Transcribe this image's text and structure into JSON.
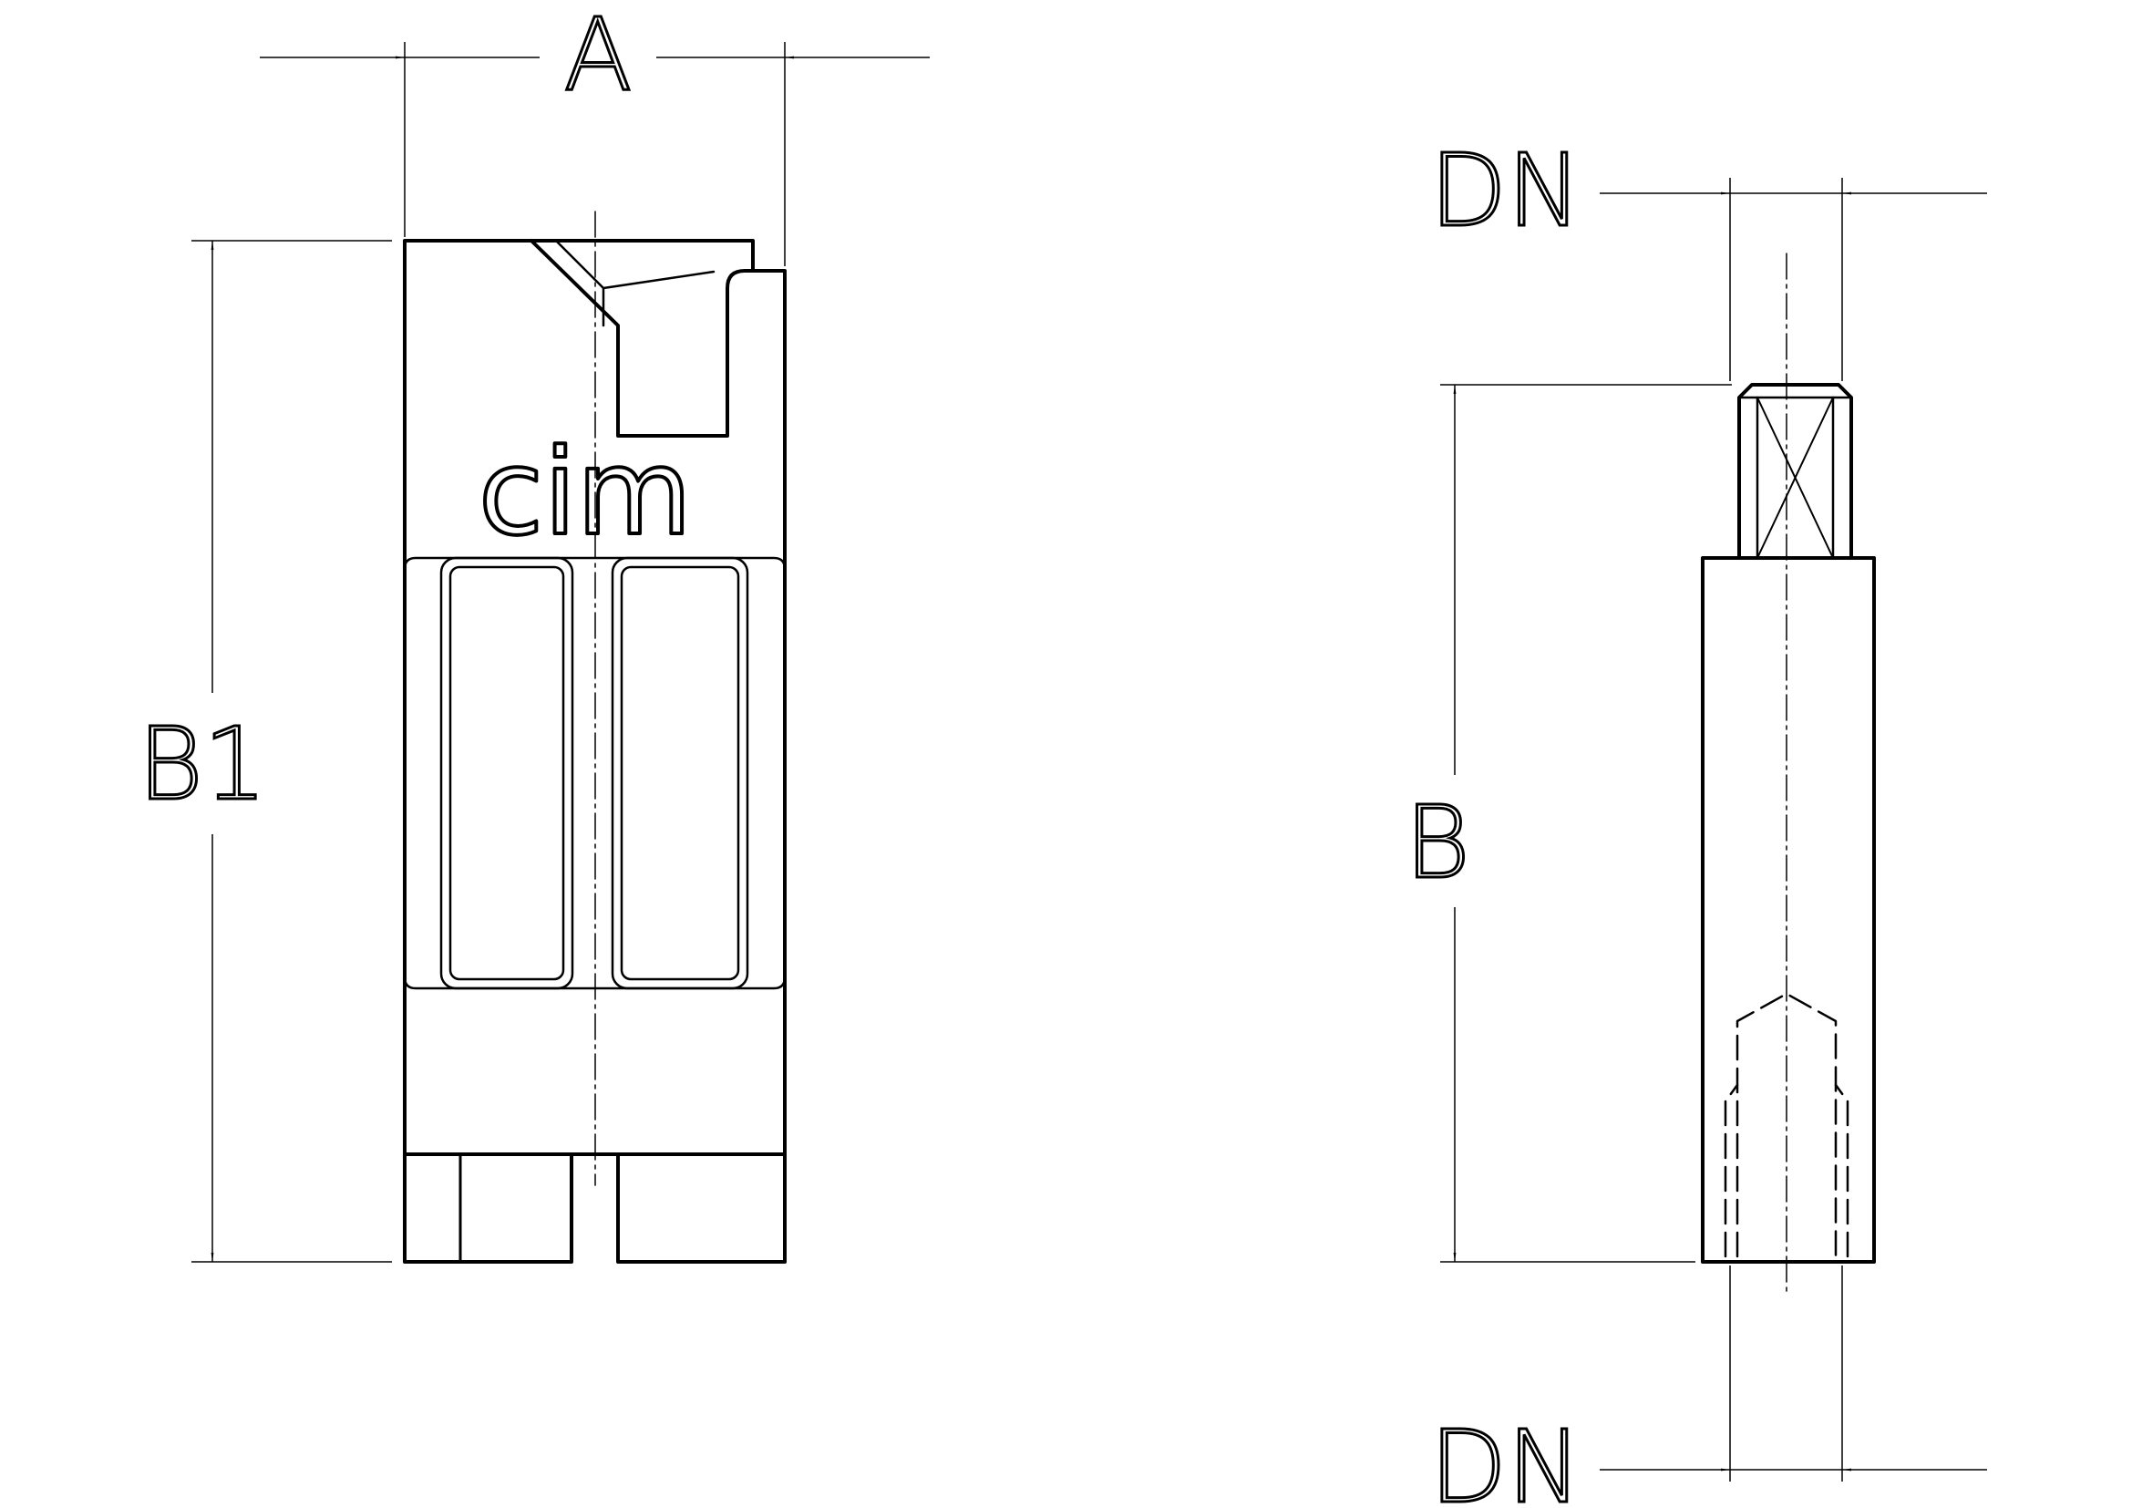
{
  "labels": {
    "width_dim": "A",
    "overall_height_dim": "B1",
    "height_dim": "B",
    "diameter_top_dim": "DN",
    "diameter_bottom_dim": "DN"
  },
  "logo": {
    "text": "cim"
  },
  "colors": {
    "line": "#000000",
    "background": "#ffffff"
  }
}
